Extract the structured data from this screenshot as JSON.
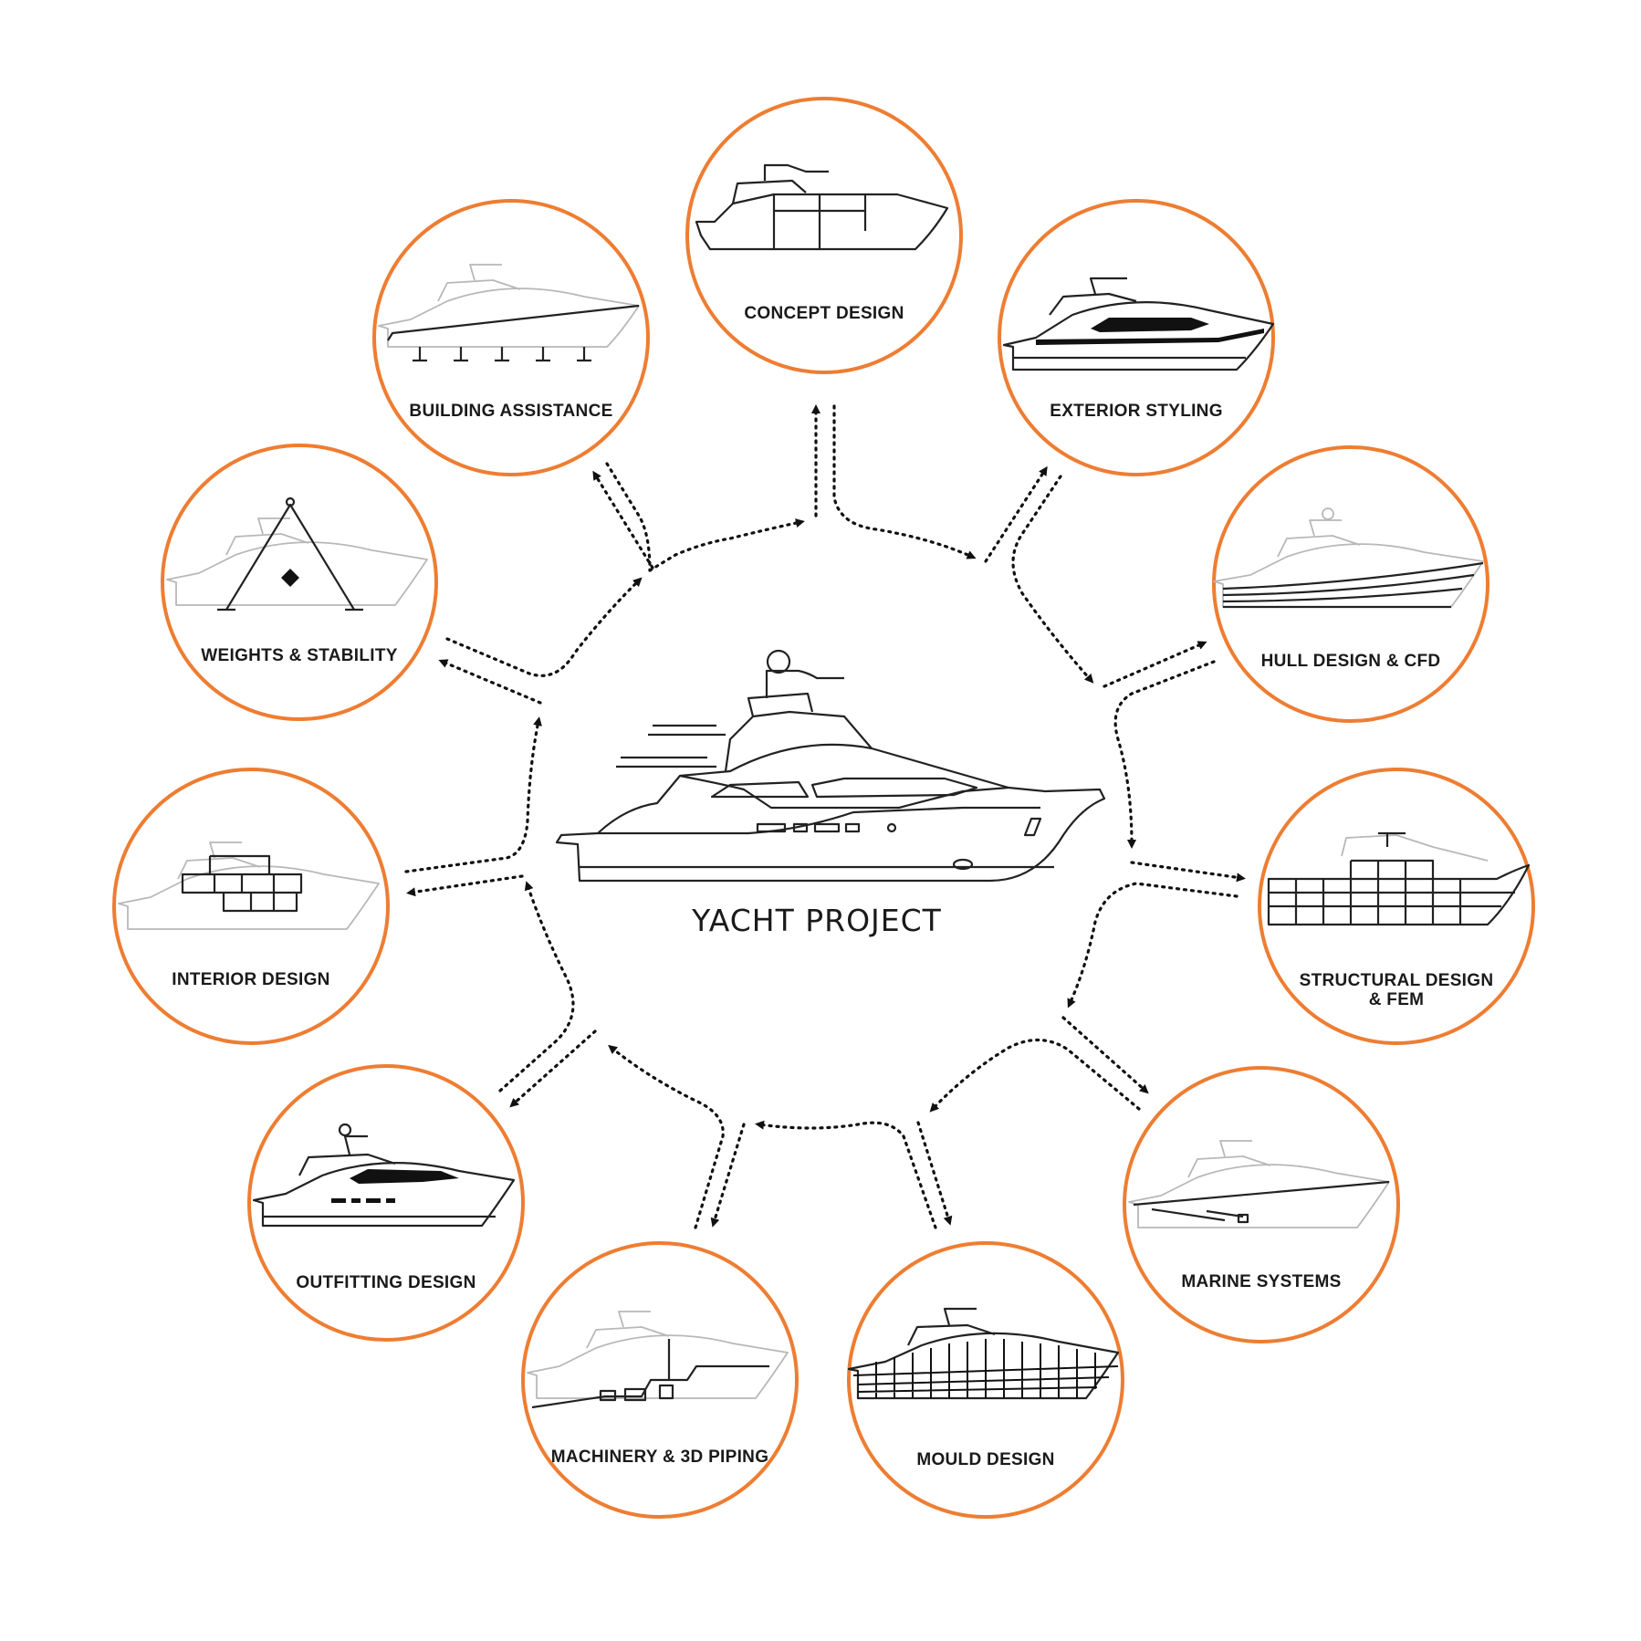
{
  "center": {
    "title": "YACHT PROJECT",
    "icon": "yacht-icon"
  },
  "accent_color": "#ee7d32",
  "nodes": [
    {
      "id": "concept-design",
      "label": "CONCEPT DESIGN",
      "icon": "yacht-outline-icon"
    },
    {
      "id": "exterior-styling",
      "label": "EXTERIOR STYLING",
      "icon": "yacht-styled-icon"
    },
    {
      "id": "hull-design-cfd",
      "label": "HULL DESIGN & CFD",
      "icon": "yacht-hull-lines-icon"
    },
    {
      "id": "structural-design-fem",
      "label": "STRUCTURAL DESIGN",
      "label2": "& FEM",
      "icon": "yacht-structure-grid-icon"
    },
    {
      "id": "marine-systems",
      "label": "MARINE SYSTEMS",
      "icon": "yacht-systems-icon"
    },
    {
      "id": "mould-design",
      "label": "MOULD DESIGN",
      "icon": "yacht-mould-mesh-icon"
    },
    {
      "id": "machinery-3d-piping",
      "label": "MACHINERY & 3D PIPING",
      "icon": "yacht-piping-icon"
    },
    {
      "id": "outfitting-design",
      "label": "OUTFITTING DESIGN",
      "icon": "yacht-outfitting-icon"
    },
    {
      "id": "interior-design",
      "label": "INTERIOR DESIGN",
      "icon": "yacht-interior-icon"
    },
    {
      "id": "weights-stability",
      "label": "WEIGHTS & STABILITY",
      "icon": "yacht-lifting-icon"
    },
    {
      "id": "building-assistance",
      "label": "BUILDING ASSISTANCE",
      "icon": "yacht-on-supports-icon"
    }
  ]
}
